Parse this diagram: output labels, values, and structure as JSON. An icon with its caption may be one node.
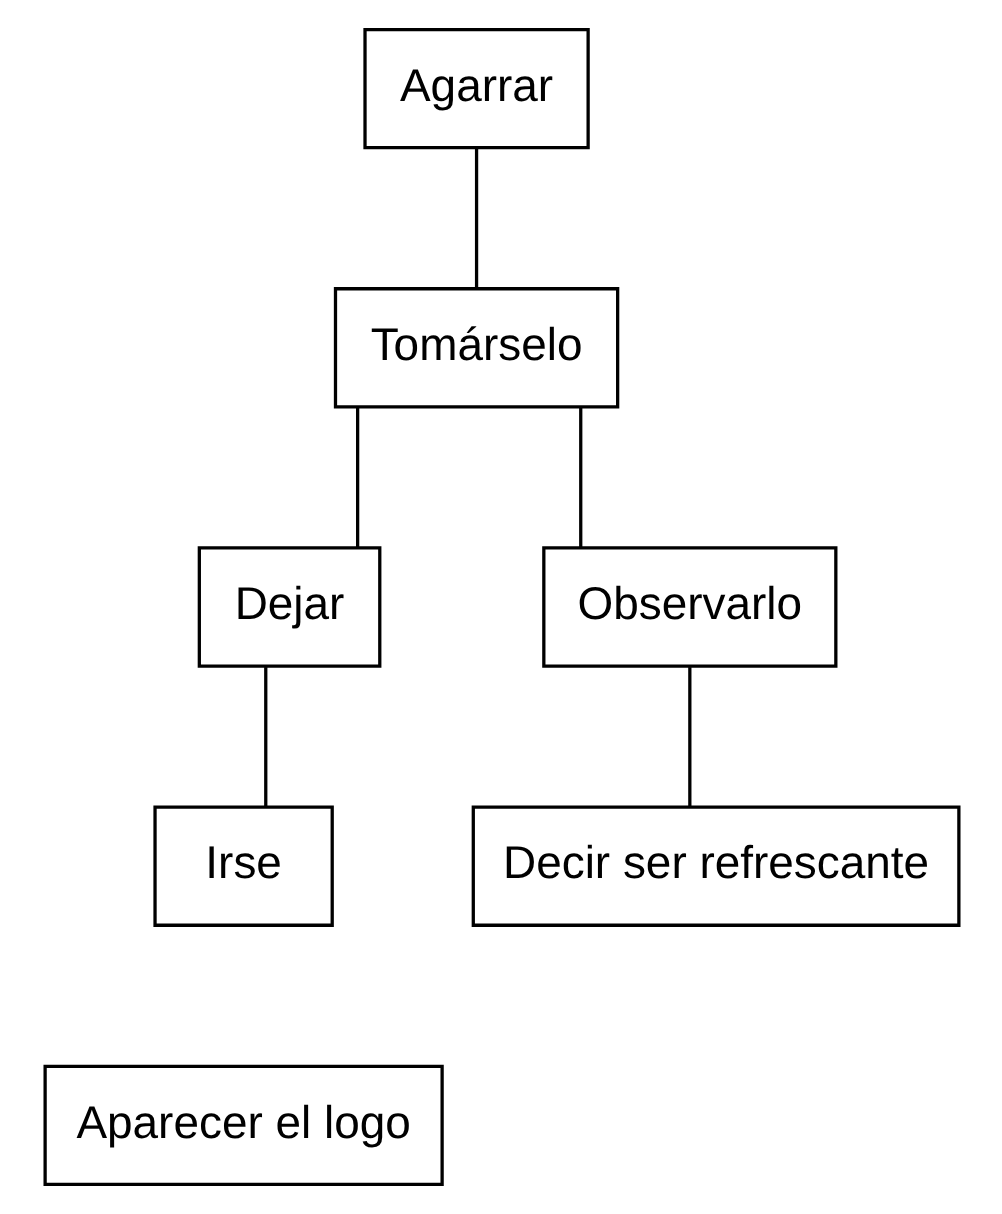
{
  "diagram": {
    "nodes": [
      {
        "text": [
          "Agarrar"
        ]
      },
      {
        "text": [
          "Tomárselo"
        ]
      },
      {
        "text": [
          "Dejar"
        ]
      },
      {
        "text": [
          "Observarlo"
        ]
      },
      {
        "text": [
          "Irse"
        ]
      },
      {
        "text": [
          "Decir ser refrescante"
        ]
      },
      {
        "text": [
          "Aparecer el logo"
        ]
      }
    ],
    "edges": [
      {
        "from": 0,
        "to": 1,
        "arrow": "none"
      },
      {
        "from": 1,
        "to": 2,
        "arrow": "none"
      },
      {
        "from": 1,
        "to": 3,
        "arrow": "none"
      },
      {
        "from": 2,
        "to": 4,
        "arrow": "none"
      },
      {
        "from": 3,
        "to": 5,
        "arrow": "none"
      }
    ]
  }
}
